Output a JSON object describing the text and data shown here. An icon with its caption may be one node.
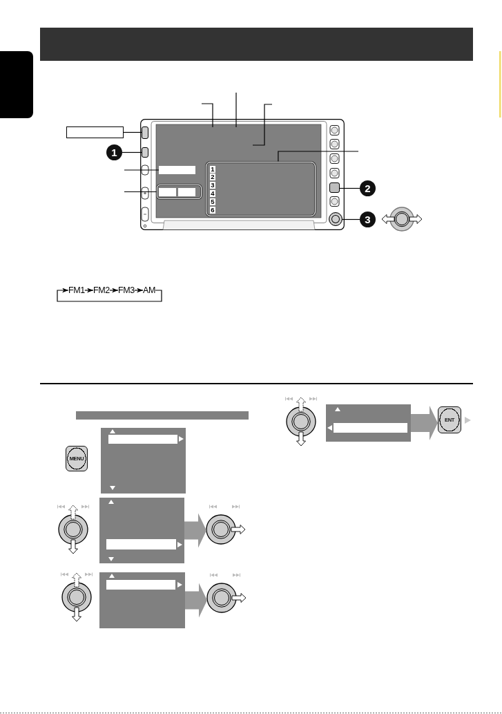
{
  "diagram": {
    "nodes": [
      {
        "text": [],
        "shape": "box"
      },
      {
        "text": [],
        "shape": "picture"
      },
      {
        "text": [],
        "shape": "box"
      },
      {
        "text": [],
        "shape": "box",
        "in": 1
      },
      {
        "text": [
          "1"
        ]
      },
      {
        "text": [],
        "shape": "box",
        "in": 1
      },
      {
        "text": [],
        "shape": "box",
        "in": 1
      },
      {
        "text": [],
        "shape": "box",
        "in": 1
      },
      {
        "text": [
          "1",
          "2",
          "3",
          "4",
          "5",
          "6"
        ],
        "in": 1
      },
      {
        "text": [
          "2"
        ]
      },
      {
        "text": [],
        "shape": "box",
        "in": 1
      },
      {
        "text": [
          "3"
        ]
      },
      {
        "text": [],
        "shape": "circle",
        "in": 1
      },
      {
        "text": [
          "FM1"
        ]
      },
      {
        "text": [
          "FM2"
        ]
      },
      {
        "text": [
          "FM3"
        ]
      },
      {
        "text": [
          "AM"
        ]
      },
      {
        "text": [
          "MENU"
        ]
      },
      {
        "text": [],
        "shape": "box"
      },
      {
        "text": [],
        "shape": "box"
      },
      {
        "text": [],
        "shape": "picture"
      },
      {
        "text": [],
        "shape": "box"
      },
      {
        "text": [],
        "shape": "picture"
      },
      {
        "text": [],
        "shape": "box"
      },
      {
        "text": [
          "ENT"
        ]
      }
    ],
    "edges": [
      {
        "from": 2,
        "to": 3,
        "arrow": "none"
      },
      {
        "from": 4,
        "to": 5,
        "arrow": "none"
      },
      {
        "from": null,
        "to": 6,
        "arrow": "none"
      },
      {
        "from": null,
        "to": 7,
        "arrow": "none"
      },
      {
        "from": null,
        "to": 8,
        "arrow": "none"
      },
      {
        "from": 9,
        "to": 10,
        "arrow": "none"
      },
      {
        "from": 11,
        "to": 12,
        "arrow": "none"
      },
      {
        "from": 13,
        "to": 14,
        "arrow": "to"
      },
      {
        "from": 14,
        "to": 15,
        "arrow": "to"
      },
      {
        "from": 15,
        "to": 16,
        "arrow": "to"
      },
      {
        "from": 16,
        "to": 13,
        "arrow": "to"
      },
      {
        "from": 19,
        "to": 20,
        "arrow": "to",
        "style": "thick",
        "color": "#999999"
      },
      {
        "from": 21,
        "to": 22,
        "arrow": "to",
        "style": "thick",
        "color": "#999999"
      },
      {
        "from": 23,
        "to": 24,
        "arrow": "to",
        "style": "thick",
        "color": "#999999"
      }
    ]
  }
}
